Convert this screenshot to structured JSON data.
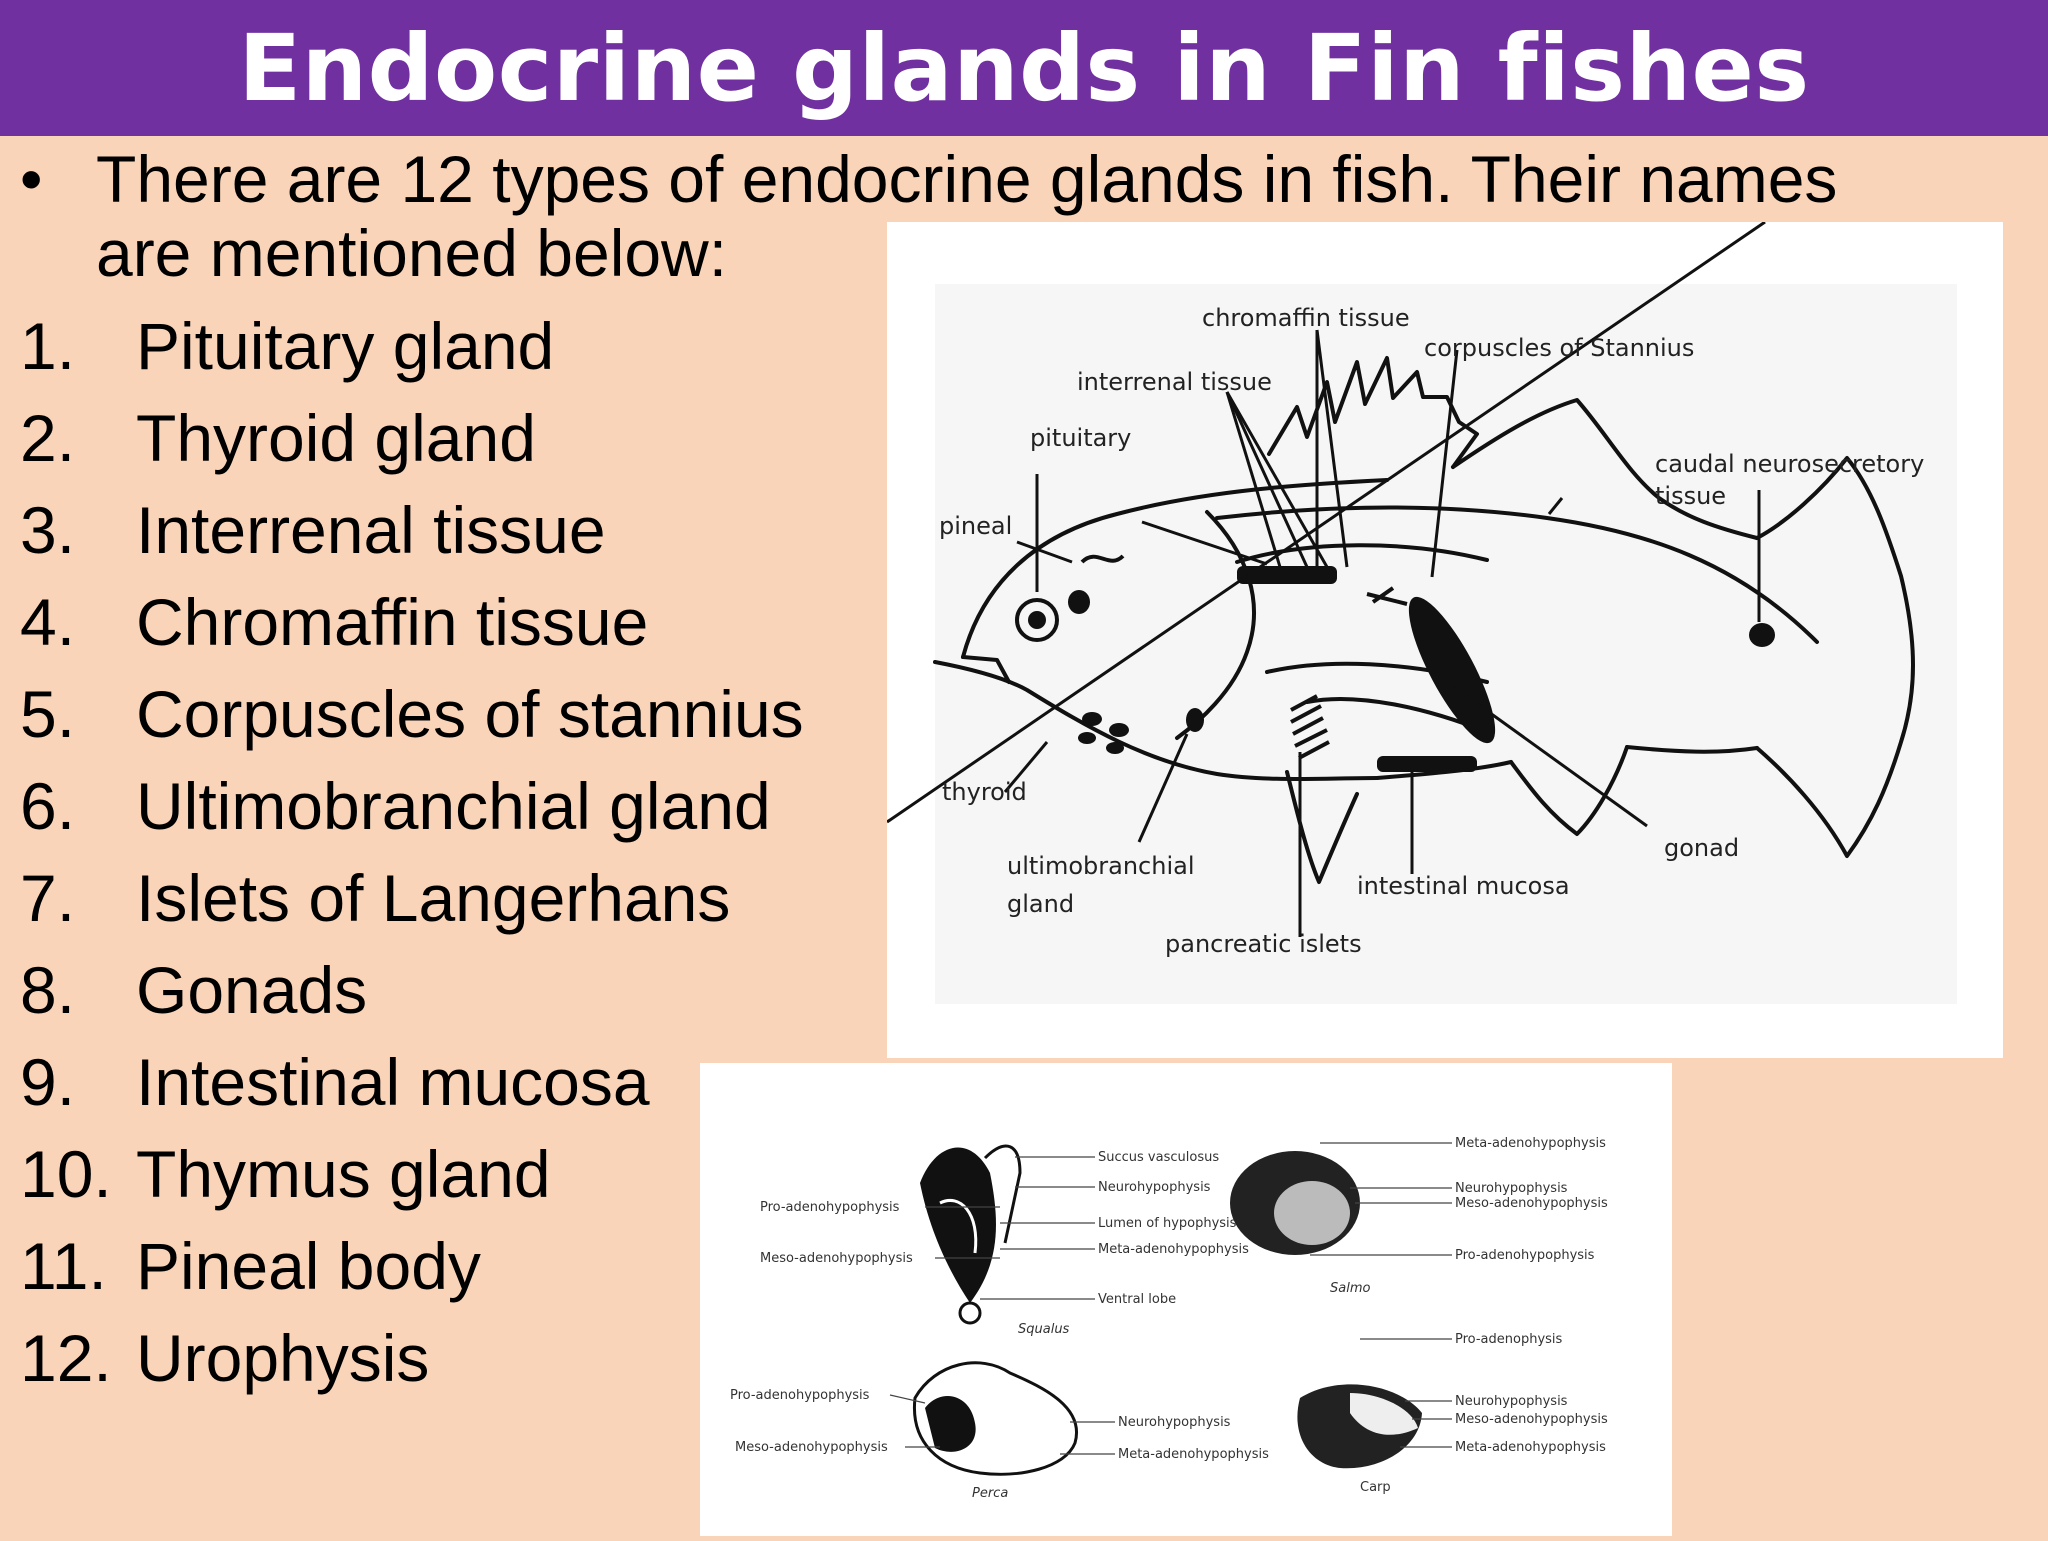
{
  "header": {
    "title": "Endocrine glands in Fin fishes"
  },
  "intro": {
    "bullet": "•",
    "line1": "There are 12 types of endocrine glands in fish. Their names",
    "line2": "are mentioned below:"
  },
  "glands": [
    {
      "num": "1.",
      "name": "Pituitary gland"
    },
    {
      "num": "2.",
      "name": "Thyroid gland"
    },
    {
      "num": "3.",
      "name": "Interrenal tissue"
    },
    {
      "num": "4.",
      "name": "Chromaffin tissue"
    },
    {
      "num": "5.",
      "name": "Corpuscles of stannius"
    },
    {
      "num": "6.",
      "name": "Ultimobranchial gland"
    },
    {
      "num": "7.",
      "name": "Islets of Langerhans"
    },
    {
      "num": "8.",
      "name": "Gonads"
    },
    {
      "num": "9.",
      "name": "Intestinal mucosa"
    },
    {
      "num": "10.",
      "name": "Thymus gland"
    },
    {
      "num": "11.",
      "name": "Pineal body"
    },
    {
      "num": "12.",
      "name": "Urophysis"
    }
  ],
  "fish_diagram": {
    "labels": {
      "chromaffin": "chromaffin tissue",
      "corpuscles": "corpuscles of Stannius",
      "interrenal": "interrenal tissue",
      "pituitary": "pituitary",
      "caudal1": "caudal neurosecretory",
      "caudal2": "tissue",
      "pineal": "pineal",
      "thyroid": "thyroid",
      "gonad": "gonad",
      "ultimo1": "ultimobranchial",
      "ultimo2": "gland",
      "intestinal": "intestinal mucosa",
      "pancreatic": "pancreatic islets"
    }
  },
  "pituitary_diagram": {
    "squalus": {
      "caption": "Squalus",
      "left": [
        "Pro-adenohypophysis",
        "Meso-adenohypophysis"
      ],
      "right": [
        "Succus vasculosus",
        "Neurohypophysis",
        "Lumen of hypophysis",
        "Meta-adenohypophysis",
        "Ventral lobe"
      ]
    },
    "salmo": {
      "caption": "Salmo",
      "right": [
        "Meta-adenohypophysis",
        "Neurohypophysis",
        "Meso-adenohypophysis",
        "Pro-adenohypophysis"
      ]
    },
    "perca": {
      "caption": "Perca",
      "left": [
        "Pro-adenohypophysis",
        "Meso-adenohypophysis"
      ],
      "right": [
        "Neurohypophysis",
        "Meta-adenohypophysis"
      ]
    },
    "carp": {
      "caption": "Carp",
      "right": [
        "Pro-adenophysis",
        "Neurohypophysis",
        "Meso-adenohypophysis",
        "Meta-adenohypophysis"
      ]
    }
  }
}
